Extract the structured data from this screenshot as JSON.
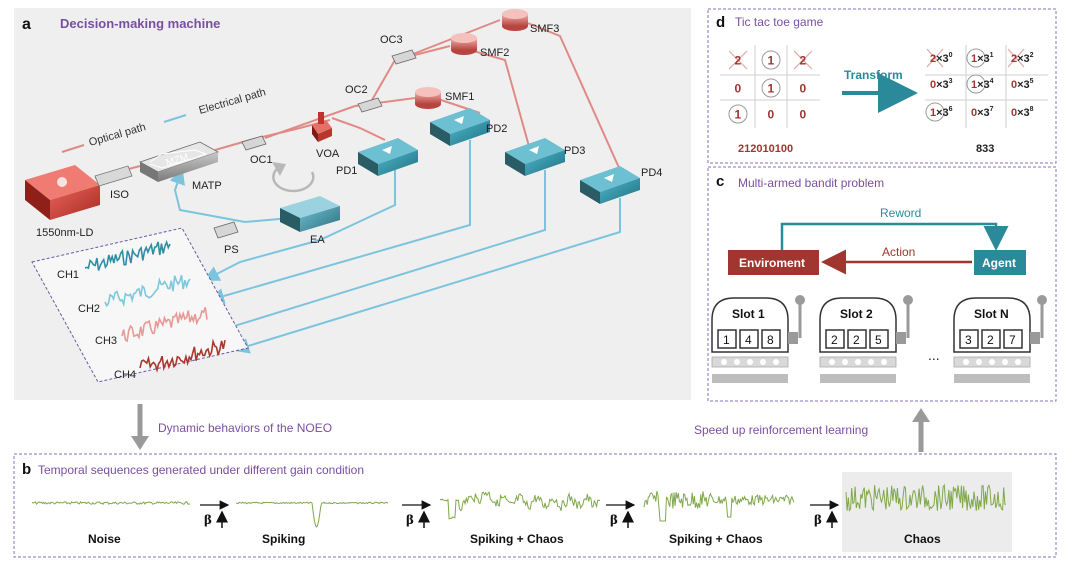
{
  "panel_a": {
    "letter": "a",
    "title": "Decision-making machine",
    "legend_optical": "Optical path",
    "legend_electrical": "Electrical path",
    "components": {
      "laser": "1550nm-LD",
      "iso": "ISO",
      "mzm": "MZM",
      "matp": "MATP",
      "oc1": "OC1",
      "oc2": "OC2",
      "oc3": "OC3",
      "voa": "VOA",
      "smf1": "SMF1",
      "smf2": "SMF2",
      "smf3": "SMF3",
      "pd1": "PD1",
      "pd2": "PD2",
      "pd3": "PD3",
      "pd4": "PD4",
      "ps": "PS",
      "ea": "EA"
    },
    "channels": [
      "CH1",
      "CH2",
      "CH3",
      "CH4"
    ],
    "channel_colors": [
      "#2f8ea3",
      "#7ec7dc",
      "#e79a95",
      "#a8382f"
    ]
  },
  "panel_d": {
    "letter": "d",
    "title": "Tic tac toe game",
    "board": [
      [
        "2",
        "1",
        "2"
      ],
      [
        "0",
        "1",
        "0"
      ],
      [
        "1",
        "0",
        "0"
      ]
    ],
    "code": "212010100",
    "transform_label": "Transform",
    "result_cells": [
      [
        "2",
        "0"
      ],
      [
        "1",
        "1"
      ],
      [
        "2",
        "2"
      ],
      [
        "0",
        "3"
      ],
      [
        "1",
        "4"
      ],
      [
        "0",
        "5"
      ],
      [
        "1",
        "6"
      ],
      [
        "0",
        "7"
      ],
      [
        "0",
        "8"
      ]
    ],
    "result_base": "×3",
    "result_value": "833"
  },
  "panel_c": {
    "letter": "c",
    "title": "Multi-armed bandit problem",
    "reward_label": "Reword",
    "action_label": "Action",
    "environment_label": "Enviroment",
    "agent_label": "Agent",
    "slots": [
      {
        "name": "Slot 1",
        "digits": [
          "1",
          "4",
          "8"
        ]
      },
      {
        "name": "Slot 2",
        "digits": [
          "2",
          "2",
          "5"
        ]
      },
      {
        "name": "Slot N",
        "digits": [
          "3",
          "2",
          "7"
        ]
      }
    ],
    "ellipsis": "..."
  },
  "flow": {
    "down_label": "Dynamic behaviors of the NOEO",
    "up_label": "Speed up reinforcement learning"
  },
  "panel_b": {
    "letter": "b",
    "title": "Temporal sequences generated under different gain condition",
    "regimes": [
      "Noise",
      "Spiking",
      "Spiking + Chaos",
      "Spiking + Chaos",
      "Chaos"
    ],
    "beta_label": "β"
  },
  "colors": {
    "purple_title": "#7b4fa0",
    "teal": "#2b8a9a",
    "dark_red": "#a0362f",
    "optical": "#e08a85",
    "electrical": "#7cc4de",
    "trace_green": "#7fa84b",
    "dashed_border": "#8a72b8"
  }
}
